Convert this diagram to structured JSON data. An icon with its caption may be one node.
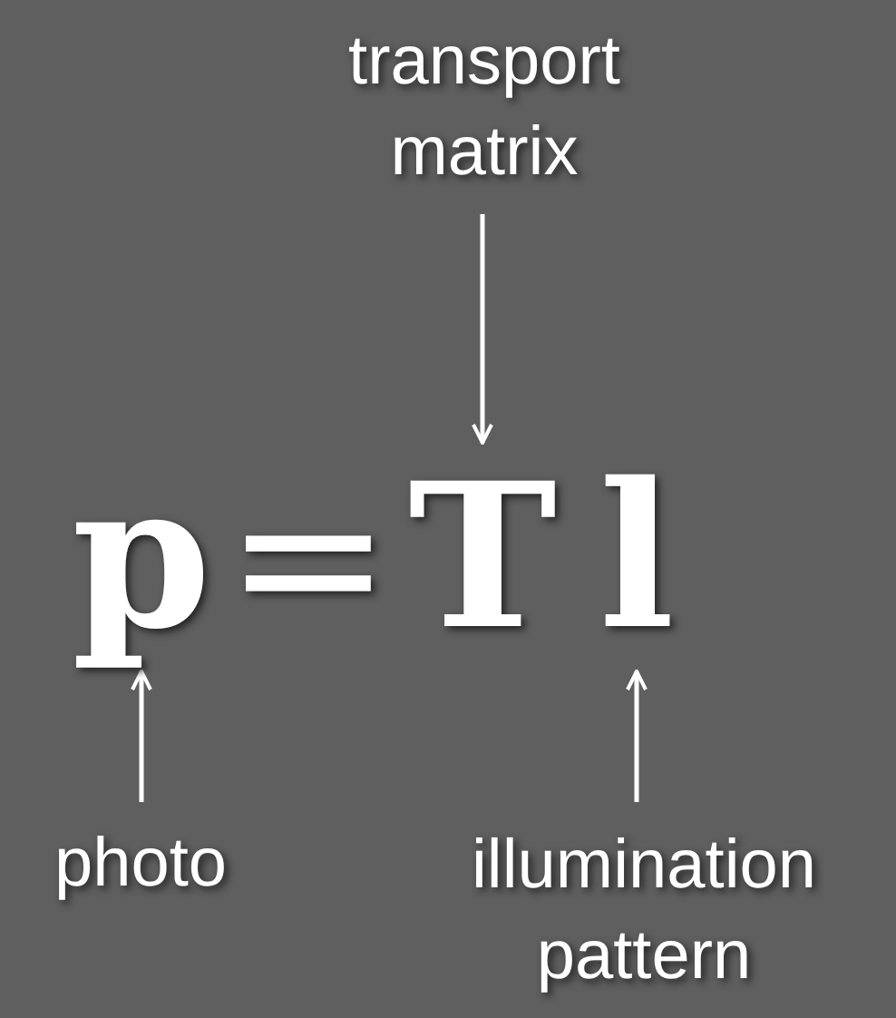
{
  "diagram": {
    "nodes": [
      {
        "text": [
          "transport matrix"
        ]
      },
      {
        "text": [
          "p"
        ]
      },
      {
        "text": [
          "T"
        ]
      },
      {
        "text": [
          "l"
        ]
      },
      {
        "text": [
          "photo"
        ]
      },
      {
        "text": [
          "illumination pattern"
        ]
      }
    ],
    "edges": [
      {
        "from": 0,
        "to": 2,
        "arrow": "to"
      },
      {
        "from": 4,
        "to": 1,
        "arrow": "to"
      },
      {
        "from": 5,
        "to": 3,
        "arrow": "to"
      }
    ],
    "labels": [
      "="
    ]
  }
}
